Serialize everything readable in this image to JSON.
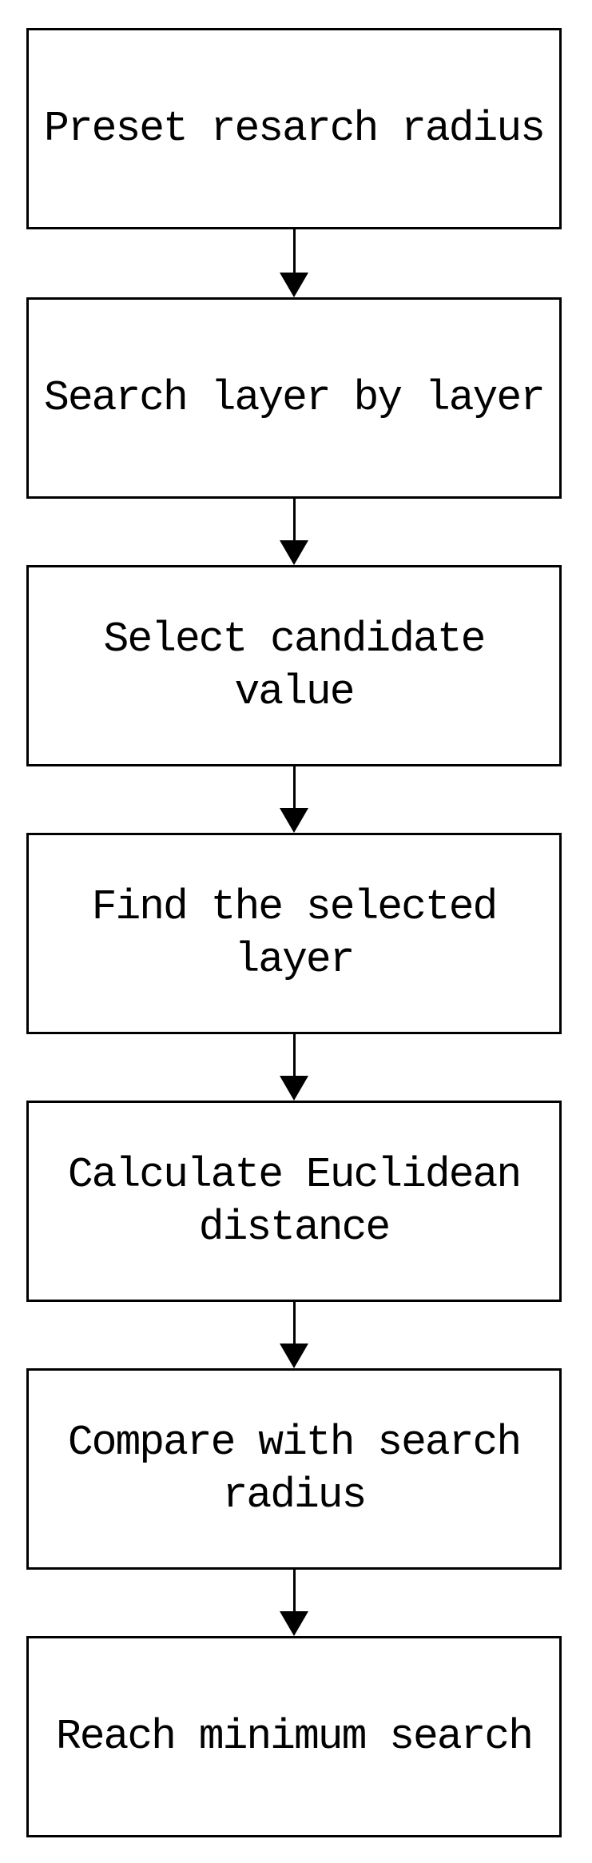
{
  "flowchart": {
    "type": "vertical-flowchart",
    "colors": {
      "background": "#ffffff",
      "box_border": "#000000",
      "text": "#000000",
      "arrow": "#000000"
    },
    "connector_icon": "arrow-down-icon",
    "steps": [
      {
        "label": "Preset resarch radius",
        "lines": [
          "Preset resarch radius"
        ]
      },
      {
        "label": "Search layer by layer",
        "lines": [
          "Search layer by layer"
        ]
      },
      {
        "label": "Select candidate value",
        "lines": [
          "Select candidate",
          "value"
        ]
      },
      {
        "label": "Find the selected layer",
        "lines": [
          "Find the selected",
          "layer"
        ]
      },
      {
        "label": "Calculate Euclidean distance",
        "lines": [
          "Calculate Euclidean",
          "distance"
        ]
      },
      {
        "label": "Compare with search radius",
        "lines": [
          "Compare with search",
          "radius"
        ]
      },
      {
        "label": "Reach minimum search",
        "lines": [
          "Reach minimum search"
        ]
      }
    ]
  }
}
